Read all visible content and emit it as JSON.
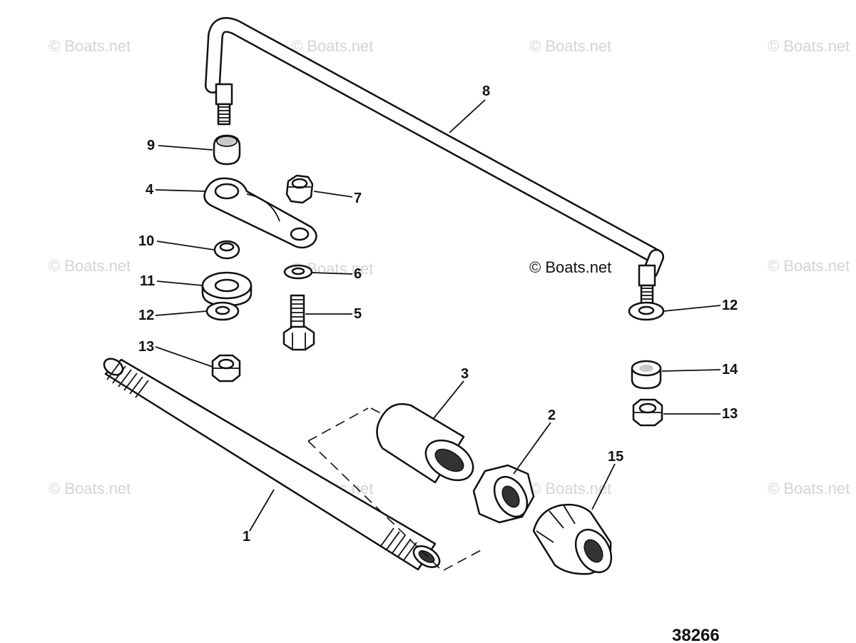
{
  "watermarks": {
    "text": "© Boats.net"
  },
  "callouts": {
    "c1": "1",
    "c2": "2",
    "c3": "3",
    "c4": "4",
    "c5": "5",
    "c6": "6",
    "c7": "7",
    "c8": "8",
    "c9": "9",
    "c10": "10",
    "c11": "11",
    "c12a": "12",
    "c12b": "12",
    "c13a": "13",
    "c13b": "13",
    "c14": "14",
    "c15": "15"
  },
  "diagram_number": "38266",
  "colors": {
    "ink": "#111111",
    "watermark": "#d4d4d4",
    "background": "#ffffff"
  }
}
